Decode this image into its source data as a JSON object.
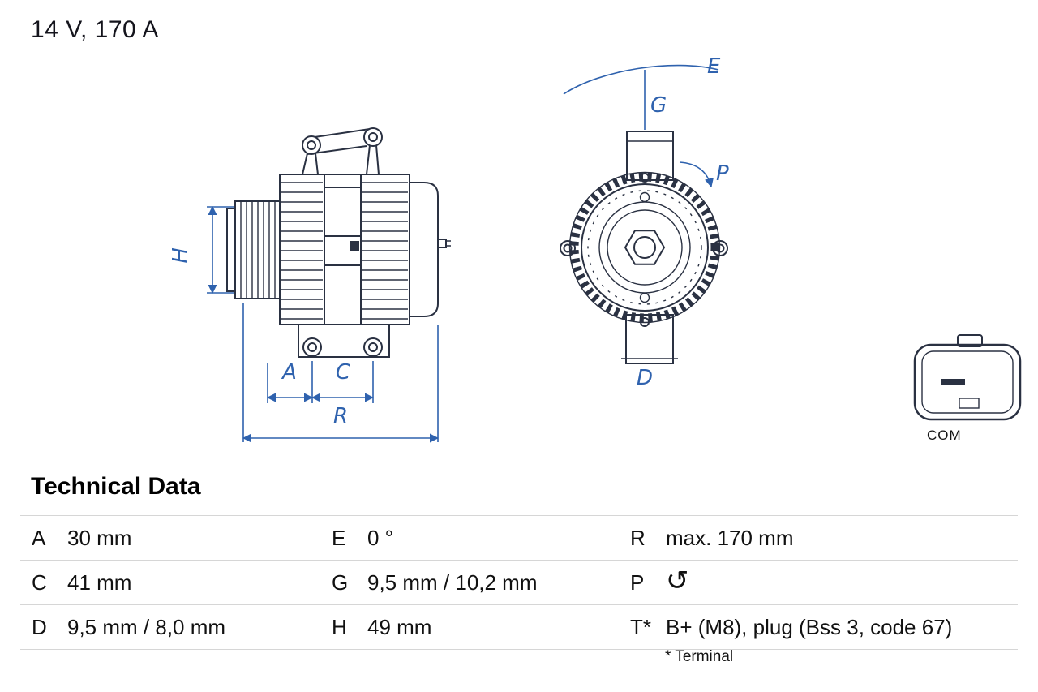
{
  "header": {
    "rating": "14 V, 170 A"
  },
  "diagram": {
    "side_view_labels": {
      "H": "H",
      "A": "A",
      "C": "C",
      "R": "R"
    },
    "front_view_labels": {
      "E": "E",
      "G": "G",
      "P": "P",
      "D": "D"
    },
    "connector": {
      "label": "COM"
    }
  },
  "technical_data": {
    "title": "Technical Data",
    "rows": [
      [
        {
          "key": "A",
          "value": "30 mm"
        },
        {
          "key": "E",
          "value": "0 °"
        },
        {
          "key": "R",
          "value": "max. 170 mm"
        }
      ],
      [
        {
          "key": "C",
          "value": "41 mm"
        },
        {
          "key": "G",
          "value": "9,5 mm / 10,2 mm"
        },
        {
          "key": "P",
          "value": "",
          "icon": "↺",
          "icon_name": "counterclockwise-rotation-icon"
        }
      ],
      [
        {
          "key": "D",
          "value": "9,5 mm / 8,0 mm"
        },
        {
          "key": "H",
          "value": "49 mm"
        },
        {
          "key": "T*",
          "value": "B+ (M8), plug (Bss 3, code 67)"
        }
      ]
    ],
    "footnote": "* Terminal"
  }
}
